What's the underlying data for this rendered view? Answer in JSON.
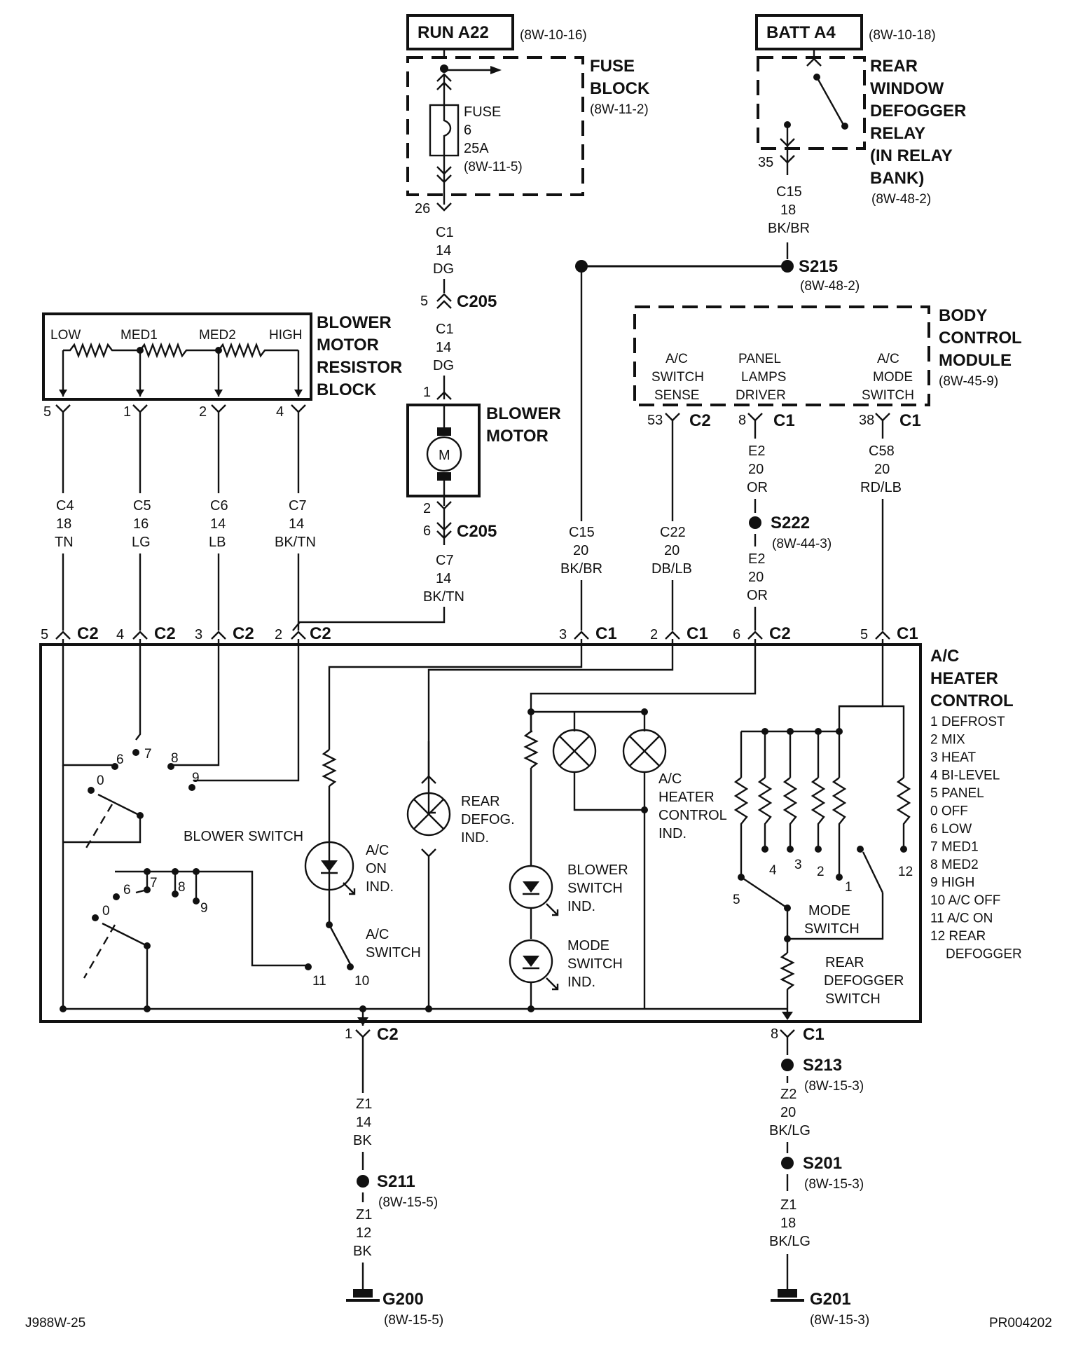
{
  "sources": {
    "run": {
      "label": "RUN A22",
      "ref": "(8W-10-16)"
    },
    "batt": {
      "label": "BATT A4",
      "ref": "(8W-10-18)"
    }
  },
  "fuse_block": {
    "title_line1": "FUSE",
    "title_line2": "BLOCK",
    "ref": "(8W-11-2)",
    "fuse_line1": "FUSE",
    "fuse_line2": "6",
    "fuse_line3": "25A",
    "fuse_ref": "(8W-11-5)",
    "pin": "26"
  },
  "relay": {
    "title_lines": [
      "REAR",
      "WINDOW",
      "DEFOGGER",
      "RELAY",
      "(IN RELAY",
      "BANK)"
    ],
    "ref": "(8W-48-2)",
    "pin": "35"
  },
  "wires": {
    "c1_dg_top": [
      "C1",
      "14",
      "DG"
    ],
    "c1_dg_bottom": [
      "C1",
      "14",
      "DG"
    ],
    "c15_relay": [
      "C15",
      "18",
      "BK/BR"
    ],
    "c7_motor": [
      "C7",
      "14",
      "BK/TN"
    ],
    "c4": [
      "C4",
      "18",
      "TN"
    ],
    "c5": [
      "C5",
      "16",
      "LG"
    ],
    "c6": [
      "C6",
      "14",
      "LB"
    ],
    "c7": [
      "C7",
      "14",
      "BK/TN"
    ],
    "c15_ctrl": [
      "C15",
      "20",
      "BK/BR"
    ],
    "c22": [
      "C22",
      "20",
      "DB/LB"
    ],
    "e2_top": [
      "E2",
      "20",
      "OR"
    ],
    "e2_bottom": [
      "E2",
      "20",
      "OR"
    ],
    "c58": [
      "C58",
      "20",
      "RD/LB"
    ],
    "z1_top": [
      "Z1",
      "14",
      "BK"
    ],
    "z1_bottom": [
      "Z1",
      "12",
      "BK"
    ],
    "z2": [
      "Z2",
      "20",
      "BK/LG"
    ],
    "z1_right": [
      "Z1",
      "18",
      "BK/LG"
    ]
  },
  "splices": {
    "s215": {
      "label": "S215",
      "ref": "(8W-48-2)"
    },
    "s222": {
      "label": "S222",
      "ref": "(8W-44-3)"
    },
    "s211": {
      "label": "S211",
      "ref": "(8W-15-5)"
    },
    "s213": {
      "label": "S213",
      "ref": "(8W-15-3)"
    },
    "s201": {
      "label": "S201",
      "ref": "(8W-15-3)"
    }
  },
  "connectors": {
    "c205_top": {
      "pin": "5",
      "label": "C205"
    },
    "c205_bottom": {
      "pin": "6",
      "label": "C205"
    },
    "motor_pin_top": "1",
    "motor_pin_bottom": "2"
  },
  "resistor_block": {
    "title_lines": [
      "BLOWER",
      "MOTOR",
      "RESISTOR",
      "BLOCK"
    ],
    "taps": [
      "LOW",
      "MED1",
      "MED2",
      "HIGH"
    ],
    "pins": [
      "5",
      "1",
      "2",
      "4"
    ]
  },
  "blower_motor": {
    "title_lines": [
      "BLOWER",
      "MOTOR"
    ],
    "symbol": "M"
  },
  "bcm": {
    "title_lines": [
      "BODY",
      "CONTROL",
      "MODULE"
    ],
    "ref": "(8W-45-9)",
    "fn1": [
      "A/C",
      "SWITCH",
      "SENSE"
    ],
    "fn2": [
      "PANEL",
      "LAMPS",
      "DRIVER"
    ],
    "fn3": [
      "A/C",
      "MODE",
      "SWITCH"
    ],
    "pins": [
      {
        "pin": "53",
        "conn": "C2"
      },
      {
        "pin": "8",
        "conn": "C1"
      },
      {
        "pin": "38",
        "conn": "C1"
      }
    ]
  },
  "control": {
    "title_lines": [
      "A/C",
      "HEATER",
      "CONTROL"
    ],
    "legend": [
      "1 DEFROST",
      "2 MIX",
      "3 HEAT",
      "4 BI-LEVEL",
      "5 PANEL",
      "0 OFF",
      "6 LOW",
      "7 MED1",
      "8 MED2",
      "9 HIGH",
      "10 A/C OFF",
      "11 A/C ON",
      "12 REAR",
      "DEFOGGER"
    ],
    "top_pins": [
      {
        "pin": "5",
        "conn": "C2"
      },
      {
        "pin": "4",
        "conn": "C2"
      },
      {
        "pin": "3",
        "conn": "C2"
      },
      {
        "pin": "2",
        "conn": "C2"
      },
      {
        "pin": "3",
        "conn": "C1"
      },
      {
        "pin": "2",
        "conn": "C1"
      },
      {
        "pin": "6",
        "conn": "C2"
      },
      {
        "pin": "5",
        "conn": "C1"
      }
    ],
    "bottom_pins": [
      {
        "pin": "1",
        "conn": "C2"
      },
      {
        "pin": "8",
        "conn": "C1"
      }
    ],
    "blower_switch": "BLOWER SWITCH",
    "blower_positions": [
      "6",
      "7",
      "8",
      "9",
      "0"
    ],
    "ac_on_ind": [
      "A/C",
      "ON",
      "IND."
    ],
    "ac_switch": [
      "A/C",
      "SWITCH"
    ],
    "ac_switch_positions": [
      "11",
      "10"
    ],
    "rear_defog_ind": [
      "REAR",
      "DEFOG.",
      "IND."
    ],
    "blower_switch_ind": [
      "BLOWER",
      "SWITCH",
      "IND."
    ],
    "mode_switch_ind": [
      "MODE",
      "SWITCH",
      "IND."
    ],
    "heater_control_ind": [
      "A/C",
      "HEATER",
      "CONTROL",
      "IND."
    ],
    "mode_switch": [
      "MODE",
      "SWITCH"
    ],
    "mode_positions": [
      "4",
      "3",
      "2",
      "1",
      "12",
      "5"
    ],
    "rear_defogger_switch": [
      "REAR",
      "DEFOGGER",
      "SWITCH"
    ]
  },
  "grounds": {
    "g200": {
      "label": "G200",
      "ref": "(8W-15-5)"
    },
    "g201": {
      "label": "G201",
      "ref": "(8W-15-3)"
    }
  },
  "footer": {
    "left": "J988W-25",
    "right": "PR004202"
  }
}
